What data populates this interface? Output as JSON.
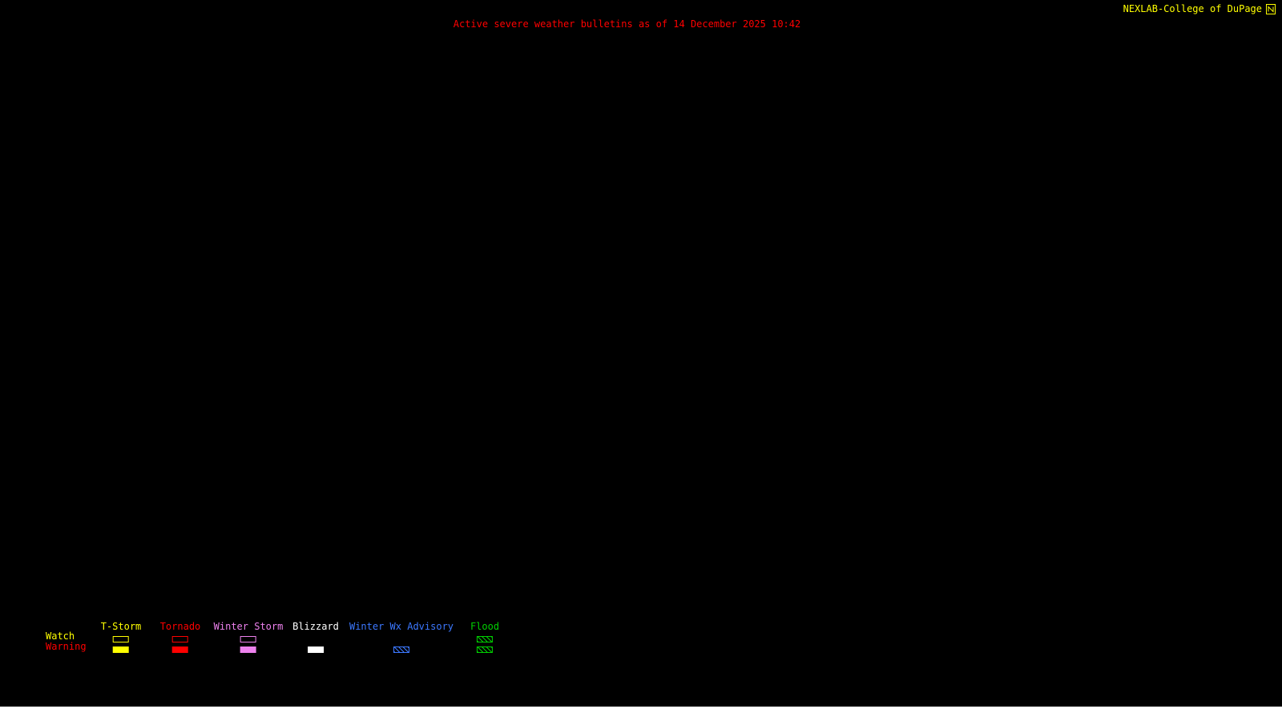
{
  "header": {
    "brand": "NEXLAB-College of DuPage",
    "brand_color": "#ffff00",
    "title": "Active severe weather bulletins as of 14 December 2025 10:42",
    "title_color": "#ff0000"
  },
  "legend": {
    "watch_label": "Watch",
    "watch_color": "#ffff00",
    "warning_label": "Warning",
    "warning_color": "#ff0000",
    "columns": [
      {
        "label": "T-Storm",
        "color": "#ffff00",
        "watch": "outline",
        "warning": "filled"
      },
      {
        "label": "Tornado",
        "color": "#ff0000",
        "watch": "outline",
        "warning": "filled"
      },
      {
        "label": "Winter Storm",
        "color": "#ee82ee",
        "watch": "outline",
        "warning": "filled"
      },
      {
        "label": "Blizzard",
        "color": "#ffffff",
        "watch": "none",
        "warning": "filled"
      },
      {
        "label": "Winter Wx Advisory",
        "color": "#3c78ff",
        "watch": "none",
        "warning": "hatched"
      },
      {
        "label": "Flood",
        "color": "#00d000",
        "watch": "hatched",
        "warning": "hatched"
      }
    ]
  },
  "colors": {
    "background": "#000000",
    "footer_bar": "#ffffff"
  }
}
